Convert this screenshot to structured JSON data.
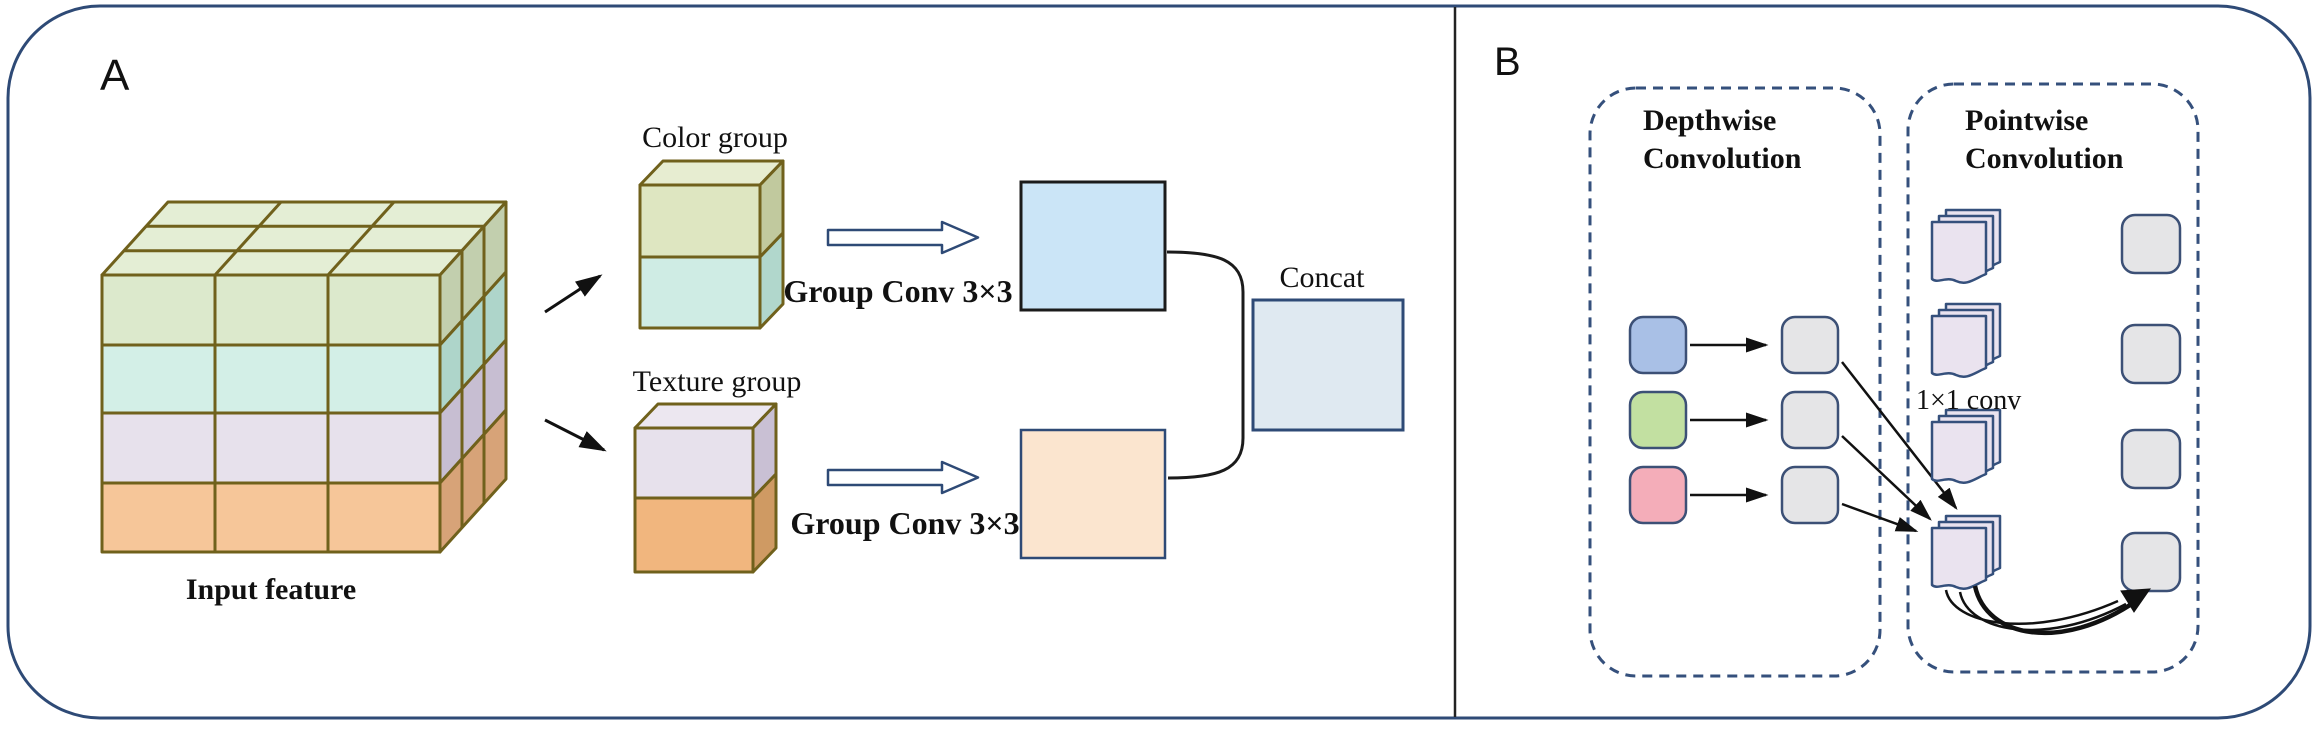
{
  "panel_a": {
    "label": "A",
    "cube_caption": "Input feature",
    "color_group_label": "Color group",
    "texture_group_label": "Texture group",
    "group_conv_label_top": "Group Conv 3×3",
    "group_conv_label_bottom": "Group Conv 3×3",
    "concat_label": "Concat"
  },
  "panel_b": {
    "label": "B",
    "depthwise_title_line1": "Depthwise",
    "depthwise_title_line2": "Convolution",
    "pointwise_title_line1": "Pointwise",
    "pointwise_title_line2": "Convolution",
    "pointwise_conv_label": "1×1 conv"
  },
  "colors": {
    "frame_navy": "#2e4a76",
    "divider_dark": "#222222",
    "cube_outline": "#70611c",
    "green_front": "#dce9cc",
    "green_side": "#c2cfae",
    "green_top": "#e4eed5",
    "teal_front": "#d3efe7",
    "teal_side": "#aed5ca",
    "lavender_front": "#e7e1ec",
    "lavender_side": "#c7bed2",
    "orange_front": "#f6c699",
    "orange_side": "#d7a378",
    "cg_green_front": "#dee6c1",
    "cg_green_side": "#c1c99e",
    "cg_green_top": "#e7edd1",
    "cg_teal_front": "#cfece4",
    "cg_teal_side": "#b1d7cc",
    "tx_lavender_front": "#e7e1ec",
    "tx_lavender_side": "#c9c0d4",
    "tx_lavender_top": "#ece7f0",
    "tx_orange_front": "#f1b67e",
    "tx_orange_side": "#cf9a63",
    "blue_square_fill": "#cbe5f7",
    "blue_square_border": "#1b1b1b",
    "peach_square_fill": "#fbe5cf",
    "concat_fill": "#dfe9f1",
    "b_input_blue": "#a9c0e6",
    "b_input_green": "#c2e0a1",
    "b_input_pink": "#f4adb9",
    "b_gray_fill": "#e5e5e7",
    "b_node_border": "#3c5076",
    "page_fill": "#eae3ef",
    "page_border": "#35507c",
    "dash_border": "#35507c",
    "arrow_black": "#111111"
  }
}
